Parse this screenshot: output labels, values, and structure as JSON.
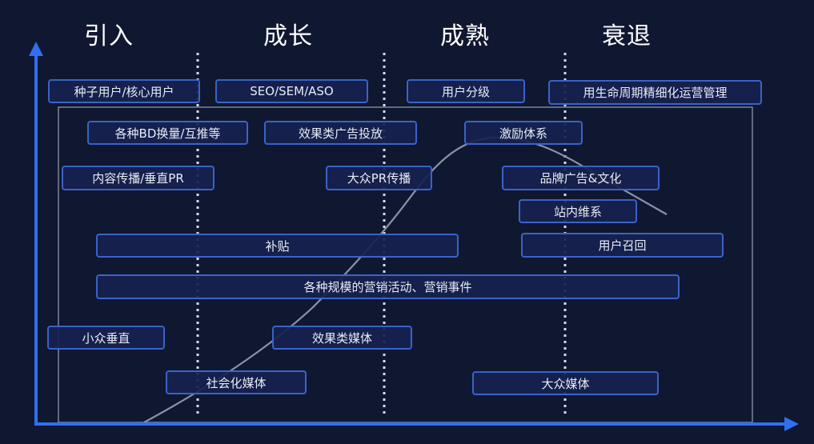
{
  "stages": {
    "intro": "引入",
    "growth": "成长",
    "mature": "成熟",
    "decline": "衰退"
  },
  "boxes": {
    "seed_users": "种子用户/核心用户",
    "seo": "SEO/SEM/ASO",
    "user_tiers": "用户分级",
    "lifecycle_ops": "用生命周期精细化运营管理",
    "bd_exchange": "各种BD换量/互推等",
    "performance_ads": "效果类广告投放",
    "incentive": "激励体系",
    "content_pr": "内容传播/垂直PR",
    "mass_pr": "大众PR传播",
    "brand_culture": "品牌广告&文化",
    "onsite_retention": "站内维系",
    "subsidy": "补贴",
    "user_recall": "用户召回",
    "campaigns": "各种规模的营销活动、营销事件",
    "niche_vertical": "小众垂直",
    "performance_media": "效果类媒体",
    "social_media": "社会化媒体",
    "mass_media": "大众媒体"
  },
  "colors": {
    "background": "#101731",
    "axis": "#2f6ff0",
    "box_border": "#3a63c8",
    "box_fill": "#16224e",
    "curve": "#8a93a6",
    "divider": "#d8dbe4",
    "frame": "#9aa0ae"
  }
}
